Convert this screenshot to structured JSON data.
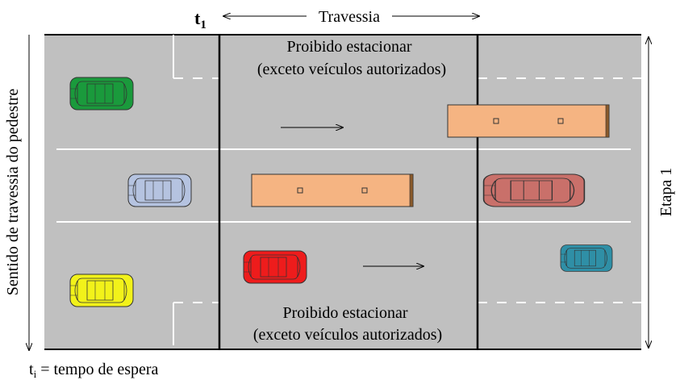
{
  "header": {
    "time_label_main": "t",
    "time_label_sub": "1",
    "crossing_label": "Travessia"
  },
  "road": {
    "colors": {
      "asphalt": "#c0c0c0",
      "marking": "#ffffff",
      "border": "#000000"
    },
    "top_sign_line1": "Proibido estacionar",
    "top_sign_line2": "(exceto veículos autorizados)",
    "bottom_sign_line1": "Proibido estacionar",
    "bottom_sign_line2": "(exceto veículos autorizados)"
  },
  "side_labels": {
    "left": "Sentido de travessia do pedestre",
    "right": "Etapa 1"
  },
  "footer": {
    "legend_main": "t",
    "legend_sub": "i",
    "legend_text": " = tempo de espera"
  },
  "vehicles": [
    {
      "kind": "car",
      "color": "#1a9a3c",
      "name": "green-car"
    },
    {
      "kind": "car",
      "color": "#b5c3e0",
      "name": "light-blue-car"
    },
    {
      "kind": "car",
      "color": "#f2f21a",
      "name": "yellow-car"
    },
    {
      "kind": "car",
      "color": "#ee1c1c",
      "name": "red-car"
    },
    {
      "kind": "car",
      "color": "#c9706a",
      "name": "salmon-car"
    },
    {
      "kind": "car",
      "color": "#2f8fa6",
      "name": "teal-car"
    },
    {
      "kind": "bus",
      "color": "#f5b482",
      "name": "bus"
    },
    {
      "kind": "bus",
      "color": "#f5b482",
      "name": "bus"
    }
  ],
  "icons": [
    "right-arrow-icon",
    "double-arrow-icon"
  ]
}
